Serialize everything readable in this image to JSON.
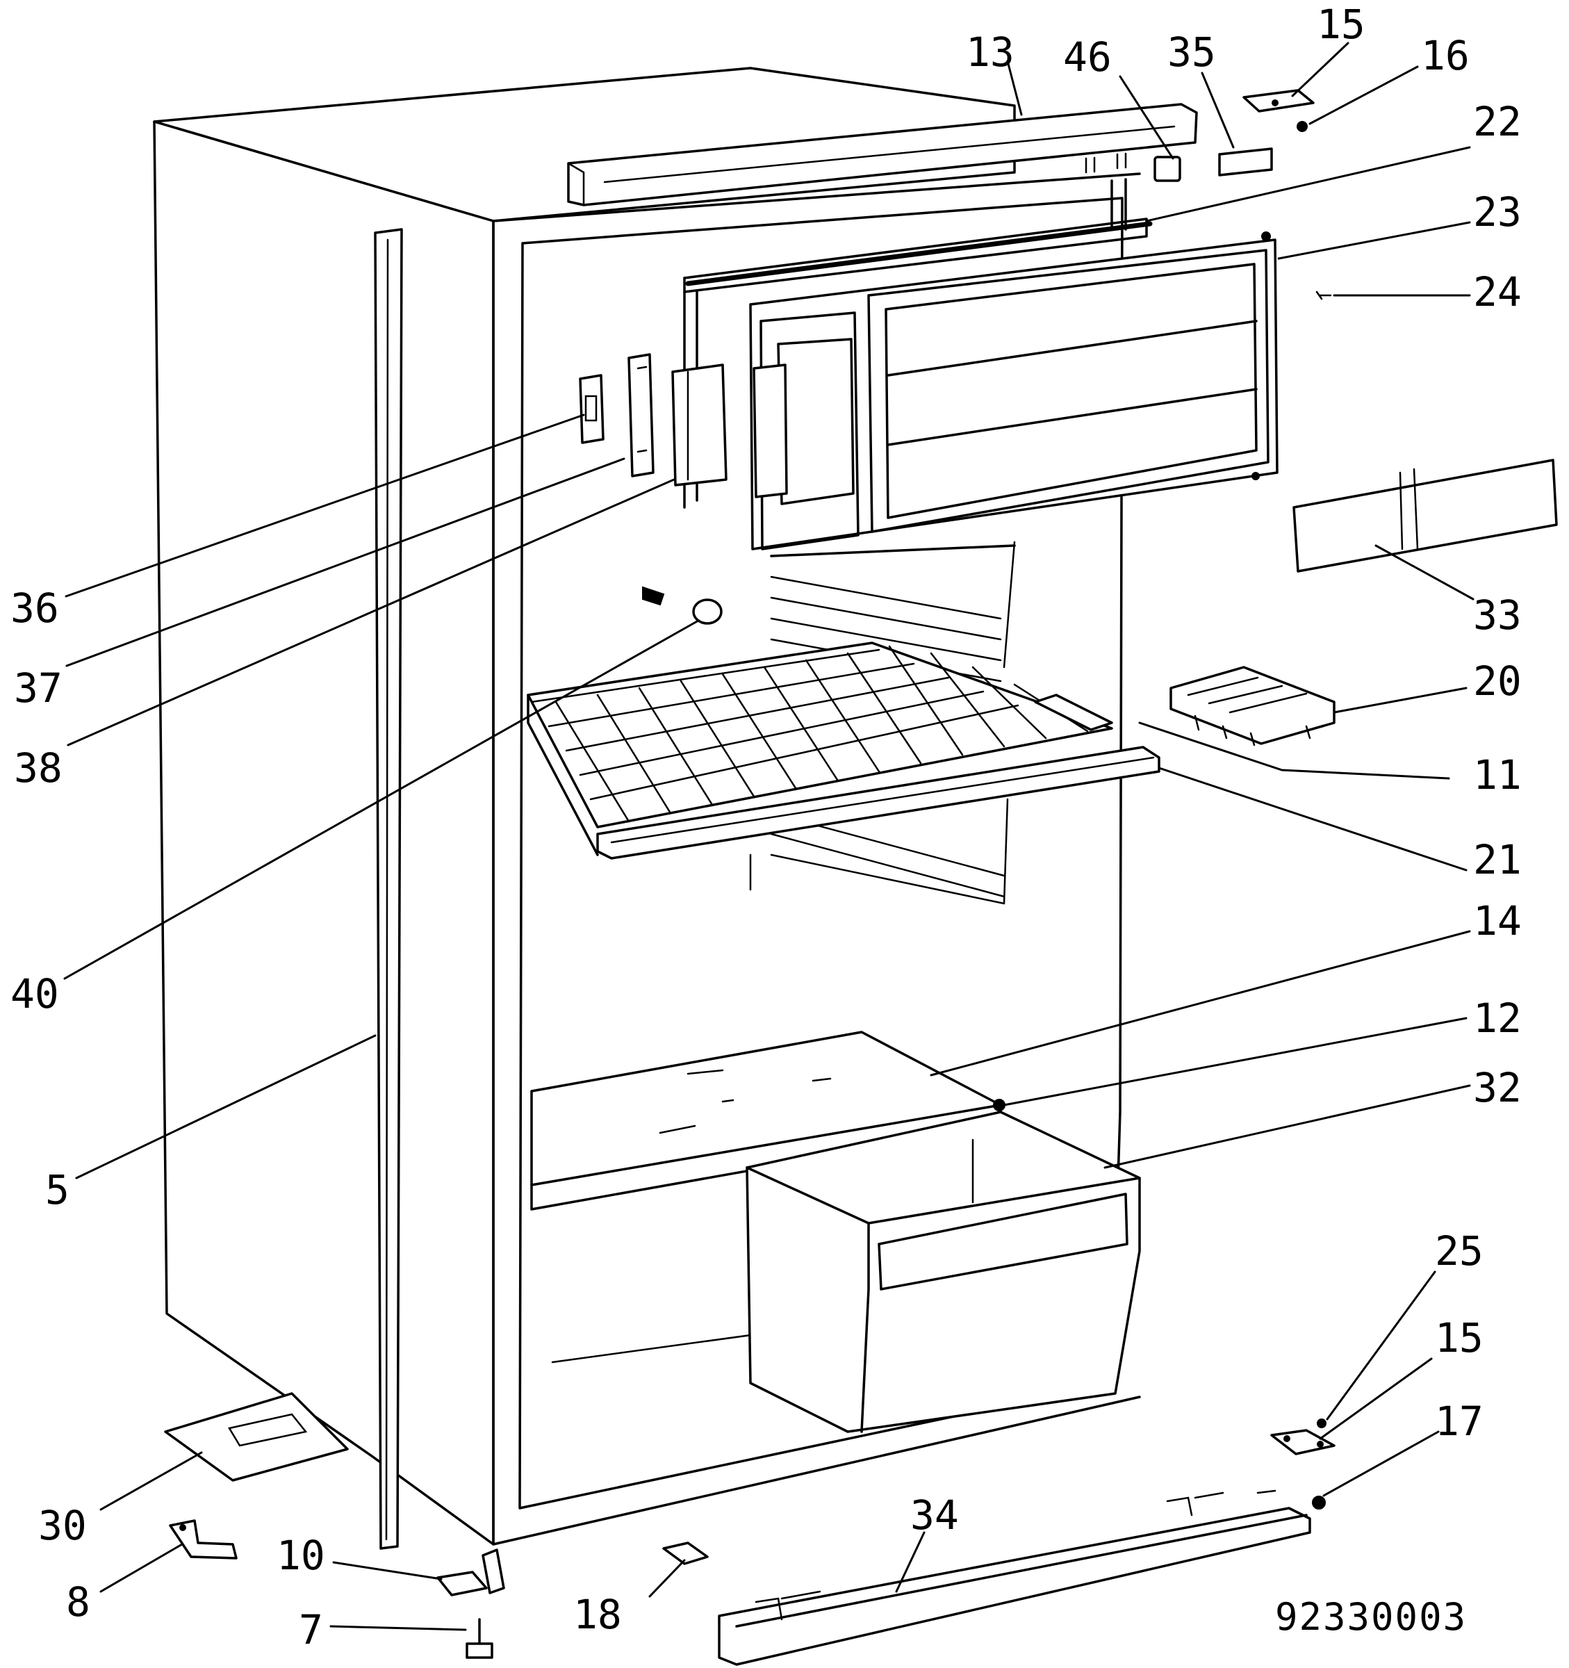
{
  "callouts": {
    "c5": "5",
    "c7": "7",
    "c8": "8",
    "c10": "10",
    "c11": "11",
    "c12": "12",
    "c13": "13",
    "c14": "14",
    "c15a": "15",
    "c15b": "15",
    "c16": "16",
    "c17": "17",
    "c18": "18",
    "c20": "20",
    "c21": "21",
    "c22": "22",
    "c23": "23",
    "c24": "24",
    "c25": "25",
    "c30": "30",
    "c32": "32",
    "c33": "33",
    "c34": "34",
    "c35": "35",
    "c36": "36",
    "c37": "37",
    "c38": "38",
    "c40": "40",
    "c46": "46"
  },
  "drawing_code": "92330003"
}
